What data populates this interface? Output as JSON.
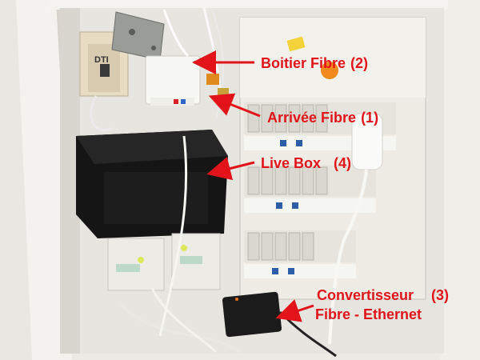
{
  "photo": {
    "panel_labels": {
      "dti": "DTI"
    },
    "annotations": [
      {
        "label": "Boitier Fibre",
        "num": "(2)"
      },
      {
        "label": "Arrivée Fibre",
        "num": "(1)"
      },
      {
        "label": "Live Box",
        "num": "(4)"
      },
      {
        "label": "Convertisseur",
        "num": "(3)"
      },
      {
        "label": "Fibre - Ethernet",
        "num": ""
      }
    ],
    "colors": {
      "annotation_text": "#e2141a",
      "arrow": "#e2141a",
      "cabinet_frame": "#f2f1ec",
      "livebox": "#161616",
      "panel": "#ece9e1"
    }
  }
}
